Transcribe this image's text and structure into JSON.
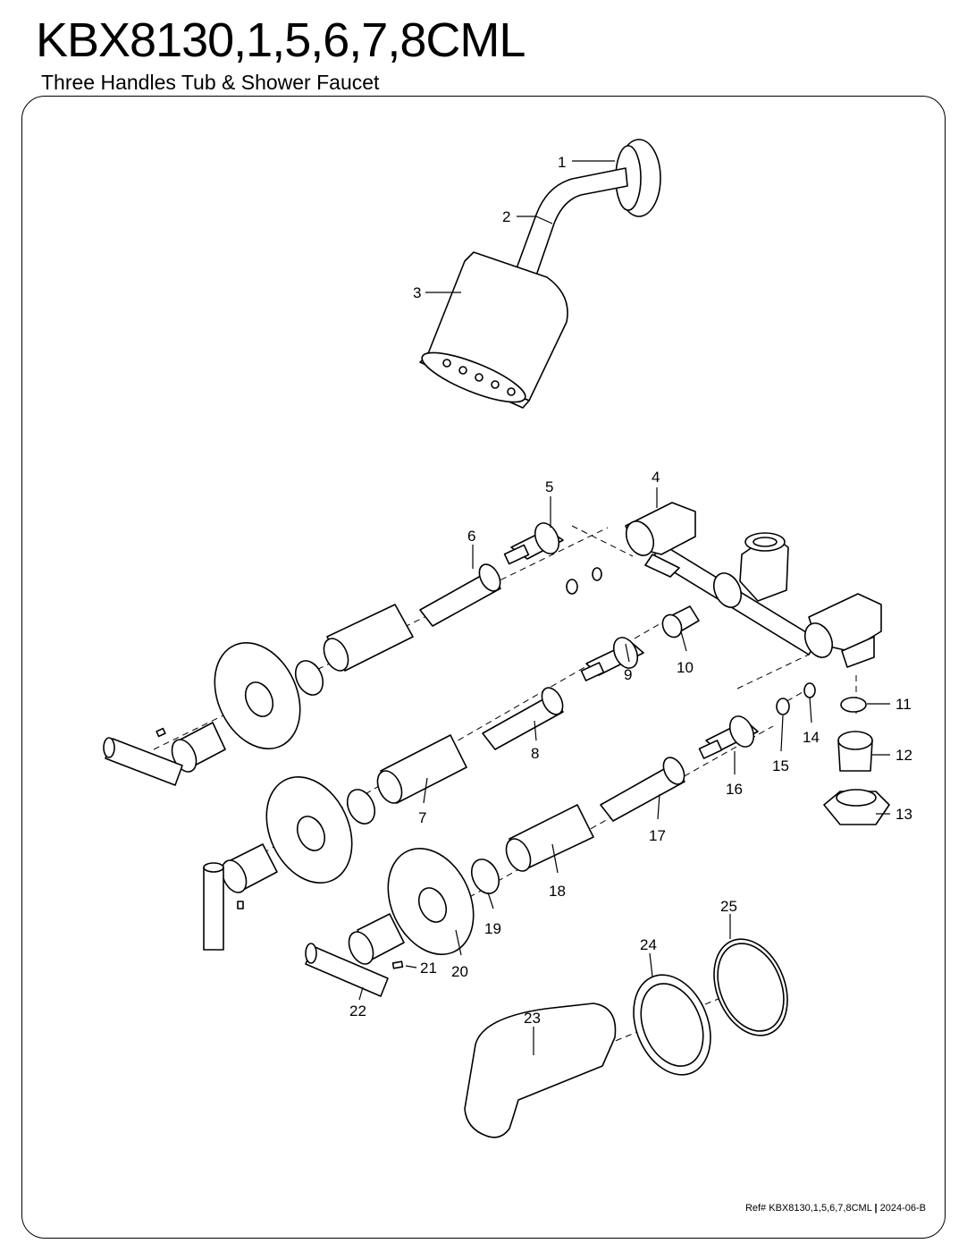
{
  "header": {
    "model": "KBX8130,1,5,6,7,8CML",
    "subtitle": "Three Handles Tub & Shower Faucet"
  },
  "footer": {
    "ref_prefix": "Ref#",
    "ref_model": "KBX8130,1,5,6,7,8CML",
    "separator": "|",
    "revision": "2024-06-B"
  },
  "callouts": [
    "1",
    "2",
    "3",
    "4",
    "5",
    "6",
    "7",
    "8",
    "9",
    "10",
    "11",
    "12",
    "13",
    "14",
    "15",
    "16",
    "17",
    "18",
    "19",
    "20",
    "21",
    "22",
    "23",
    "24",
    "25"
  ]
}
